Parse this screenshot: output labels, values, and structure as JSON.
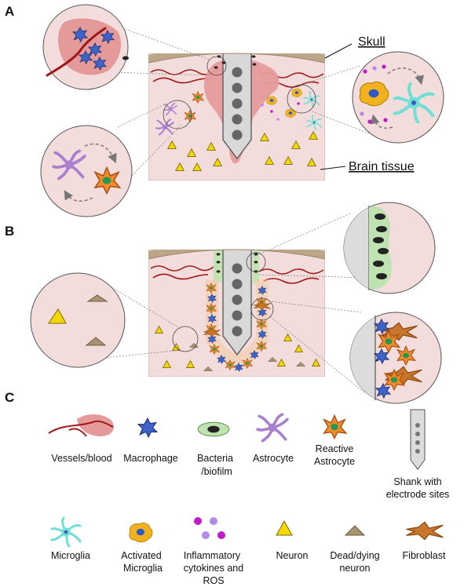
{
  "panels": {
    "a": "A",
    "b": "B",
    "c": "C"
  },
  "callouts": {
    "skull": "Skull",
    "brain_tissue": "Brain tissue"
  },
  "legend": {
    "vessels": [
      "Vessels/blood"
    ],
    "macrophage": [
      "Macrophage"
    ],
    "bacteria": [
      "Bacteria",
      "/biofilm"
    ],
    "astrocyte": [
      "Astrocyte"
    ],
    "reactive_astrocyte": [
      "Reactive",
      "Astrocyte"
    ],
    "shank": [
      "Shank with",
      "electrode sites"
    ],
    "microglia": [
      "Microglia"
    ],
    "activated_microglia": [
      "Activated",
      "Microglia"
    ],
    "cytokines": [
      "Inflammatory",
      "cytokines and",
      "ROS"
    ],
    "neuron": [
      "Neuron"
    ],
    "dead_neuron": [
      "Dead/dying",
      "neuron"
    ],
    "fibroblast": [
      "Fibroblast"
    ]
  },
  "colors": {
    "tissue": "#f3dcdc",
    "skull": "#bda58a",
    "vessel": "#a01818",
    "blood": "#e59a9a",
    "macrophage": "#3f63c9",
    "biofilm": "#bfe3b0",
    "astrocyte": "#a97fcf",
    "reactive_astrocyte": "#f08a2a",
    "microglia": "#6fe0d6",
    "activated_microglia": "#f2b21d",
    "neuron": "#f4d800",
    "dead_neuron": "#a89471",
    "fibroblast": "#c8762c",
    "shank": "#dcdcdc"
  }
}
